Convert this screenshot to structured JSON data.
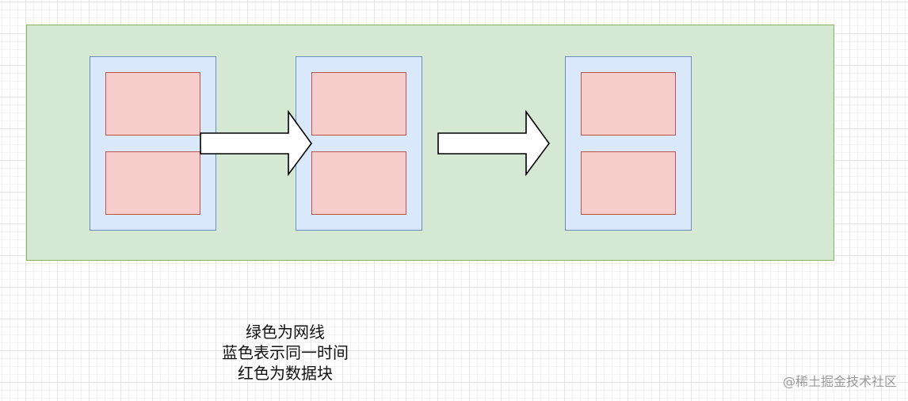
{
  "diagram": {
    "legend": {
      "lines": [
        "绿色为网线",
        "蓝色表示同一时间",
        "红色为数据块"
      ]
    },
    "watermark": "@稀土掘金技术社区",
    "colors": {
      "outer_fill": "#d5e8d4",
      "outer_stroke": "#82b366",
      "group_fill": "#dae8fc",
      "group_stroke": "#6c8ebf",
      "block_fill": "#f8cecc",
      "block_stroke": "#b85450",
      "arrow_fill": "#ffffff",
      "arrow_stroke": "#000000"
    },
    "groups": 3,
    "blocks_per_group": 2,
    "arrows": 2
  }
}
